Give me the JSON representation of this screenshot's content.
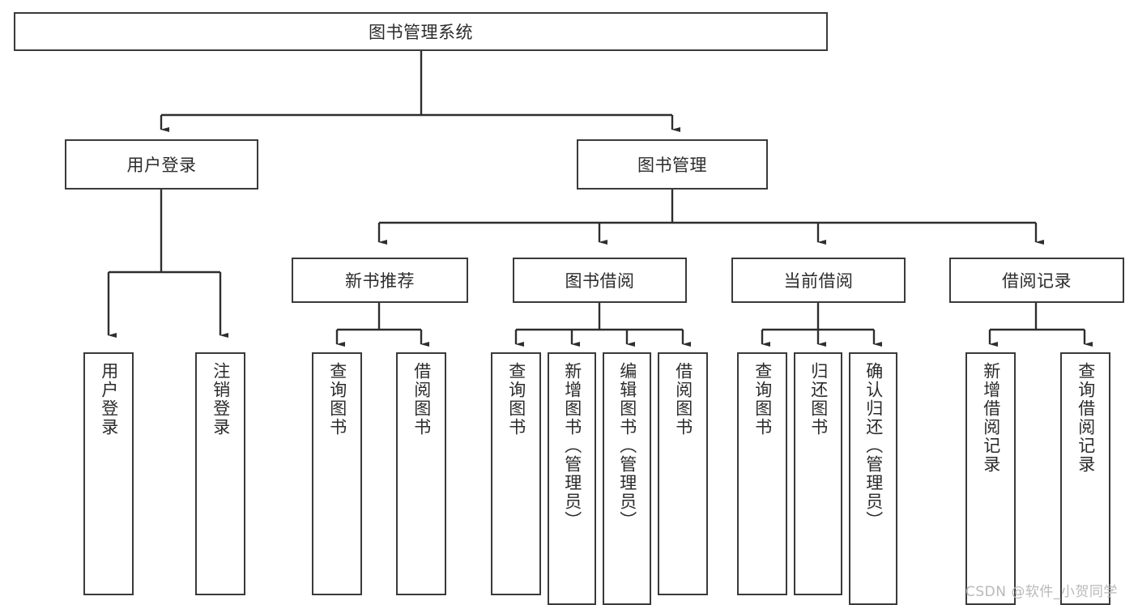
{
  "diagram": {
    "title_text": "图书管理系统",
    "type": "tree-hierarchy-diagram",
    "stroke_color": "#3a3a3a",
    "fill_color": "#ffffff",
    "text_color": "#2b2b2b",
    "watermark": "CSDN @软件_小贺同学"
  },
  "nodes": {
    "root": {
      "label": "图书管理系统"
    },
    "level2": [
      {
        "label": "用户登录"
      },
      {
        "label": "图书管理"
      }
    ],
    "level3": [
      {
        "label": "新书推荐"
      },
      {
        "label": "图书借阅"
      },
      {
        "label": "当前借阅"
      },
      {
        "label": "借阅记录"
      }
    ],
    "leaves_user_login": [
      {
        "label": "用户登录"
      },
      {
        "label": "注销登录"
      }
    ],
    "leaves_new_book": [
      {
        "label": "查询图书"
      },
      {
        "label": "借阅图书"
      }
    ],
    "leaves_borrow": [
      {
        "label": "查询图书"
      },
      {
        "label": "新增图书（管理员）"
      },
      {
        "label": "编辑图书（管理员）"
      },
      {
        "label": "借阅图书"
      }
    ],
    "leaves_current": [
      {
        "label": "查询图书"
      },
      {
        "label": "归还图书"
      },
      {
        "label": "确认归还（管理员）"
      }
    ],
    "leaves_records": [
      {
        "label": "新增借阅记录"
      },
      {
        "label": "查询借阅记录"
      }
    ]
  }
}
